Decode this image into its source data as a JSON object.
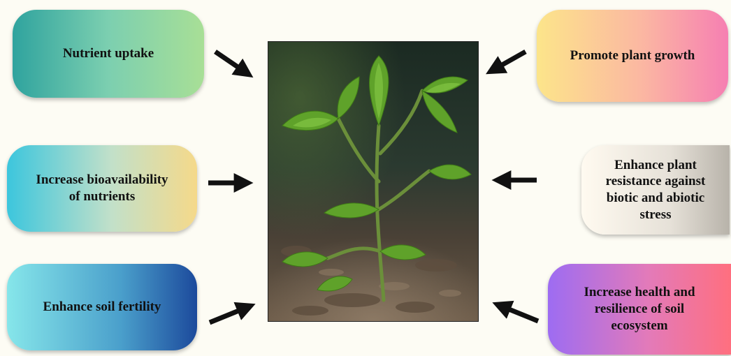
{
  "labels": {
    "top_left": "Nutrient uptake",
    "middle_left": "Increase bioavailability\nof nutrients",
    "bottom_left": "Enhance soil fertility",
    "top_right": "Promote plant growth",
    "middle_right": "Enhance plant\nresistance against\nbiotic and abiotic stress",
    "bottom_right": "Increase health and\nresilience of soil\necosystem"
  },
  "center_image": {
    "icon": "plant-seedling-photo"
  }
}
